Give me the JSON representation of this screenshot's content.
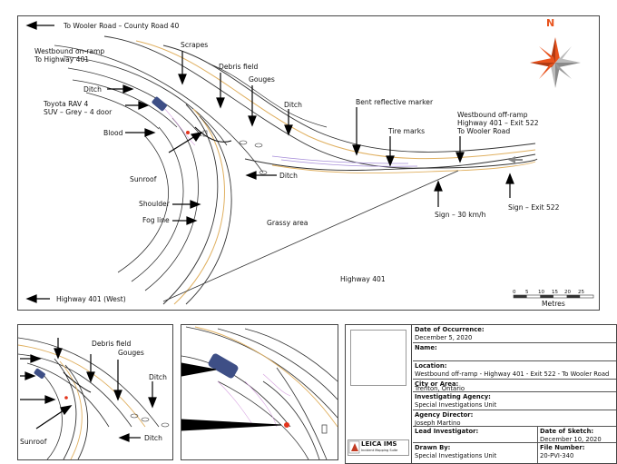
{
  "main_map": {
    "labels": {
      "to_wooler": "To Wooler Road – County Road 40",
      "westbound_on_ramp": [
        "Westbound on-ramp",
        "To Highway 401"
      ],
      "scrapes": "Scrapes",
      "debris_field": "Debris field",
      "gouges": "Gouges",
      "ditch_1": "Ditch",
      "ditch_2": "Ditch",
      "ditch_3": "Ditch",
      "vehicle": [
        "Toyota RAV 4",
        "SUV – Grey – 4 door"
      ],
      "blood": "Blood",
      "sunroof": "Sunroof",
      "bent_marker": "Bent reflective marker",
      "tire_marks": "Tire marks",
      "off_ramp": [
        "Westbound off-ramp",
        "Highway 401 – Exit 522",
        "To Wooler Road"
      ],
      "shoulder": "Shoulder",
      "fog_line": "Fog line",
      "grassy_area": "Grassy area",
      "sign_30": "Sign – 30 km/h",
      "sign_exit": "Sign – Exit 522",
      "highway_401": "Highway 401",
      "highway_401_west": "Highway 401 (West)"
    },
    "scale": {
      "ticks": [
        "0",
        "5",
        "10",
        "15",
        "20",
        "25"
      ],
      "unit": "Metres"
    },
    "compass": {
      "north": "N"
    }
  },
  "inset_1": {
    "labels": {
      "debris_field": "Debris field",
      "gouges": "Gouges",
      "ditch_a": "Ditch",
      "ditch_b": "Ditch",
      "sunroof": "Sunroof"
    }
  },
  "title_block": {
    "date_of_occurrence": {
      "label": "Date of Occurrence:",
      "value": "December 5, 2020"
    },
    "name": {
      "label": "Name:",
      "value": ""
    },
    "location": {
      "label": "Location:",
      "value": "Westbound off-ramp - Highway 401 - Exit 522 - To Wooler Road"
    },
    "city": {
      "label": "City or Area:",
      "value": "Trenton, Ontario"
    },
    "agency": {
      "label": "Investigating Agency:",
      "value": "Special Investigations Unit"
    },
    "director": {
      "label": "Agency Director:",
      "value": "Joseph Martino"
    },
    "lead": {
      "label": "Lead Investigator:",
      "value": ""
    },
    "date_of_sketch": {
      "label": "Date of Sketch:",
      "value": "December 10, 2020"
    },
    "drawn_by": {
      "label": "Drawn By:",
      "value": "Special Investigations Unit"
    },
    "file_number": {
      "label": "File Number:",
      "value": "20-PVI-340"
    },
    "logo": {
      "brand": "LEICA IMS",
      "tagline": "Incident Mapping Suite"
    }
  },
  "colors": {
    "arrow": "#000000",
    "road_line": "#333333",
    "fog_line": "#e0b060",
    "tire_marks": "#a58cd8",
    "compass": "#e8521c",
    "blood": "#e3341c",
    "vehicle": "#3e4f86"
  }
}
